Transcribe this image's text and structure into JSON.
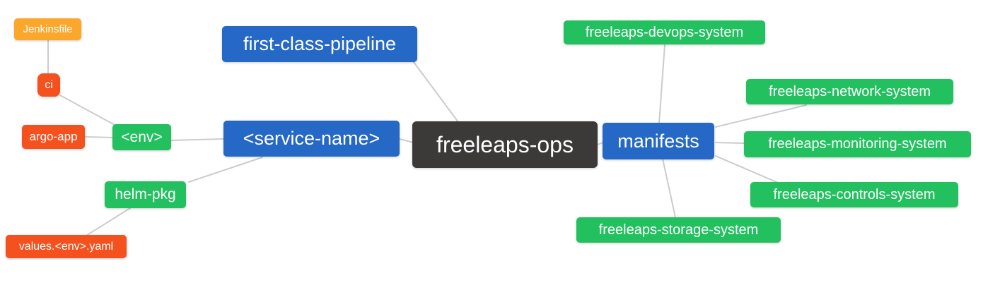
{
  "colors": {
    "orange": "#FBA72C",
    "red": "#F4511E",
    "green": "#22C05F",
    "blue": "#2568C5",
    "dark": "#3C3939",
    "edge": "#CCCCCC",
    "background": "#FFFFFF"
  },
  "nodes": [
    {
      "id": "jenkinsfile",
      "label": "Jenkinsfile",
      "color": "orange"
    },
    {
      "id": "ci",
      "label": "ci",
      "color": "red"
    },
    {
      "id": "argo-app",
      "label": "argo-app",
      "color": "red"
    },
    {
      "id": "env",
      "label": "<env>",
      "color": "green"
    },
    {
      "id": "helm-pkg",
      "label": "helm-pkg",
      "color": "green"
    },
    {
      "id": "values-env-yaml",
      "label": "values.<env>.yaml",
      "color": "red"
    },
    {
      "id": "first-class-pipeline",
      "label": "first-class-pipeline",
      "color": "blue"
    },
    {
      "id": "service-name",
      "label": "<service-name>",
      "color": "blue"
    },
    {
      "id": "freeleaps-ops",
      "label": "freeleaps-ops",
      "color": "dark"
    },
    {
      "id": "manifests",
      "label": "manifests",
      "color": "blue"
    },
    {
      "id": "freeleaps-devops-system",
      "label": "freeleaps-devops-system",
      "color": "green"
    },
    {
      "id": "freeleaps-network-system",
      "label": "freeleaps-network-system",
      "color": "green"
    },
    {
      "id": "freeleaps-monitoring-system",
      "label": "freeleaps-monitoring-system",
      "color": "green"
    },
    {
      "id": "freeleaps-controls-system",
      "label": "freeleaps-controls-system",
      "color": "green"
    },
    {
      "id": "freeleaps-storage-system",
      "label": "freeleaps-storage-system",
      "color": "green"
    }
  ],
  "edges": [
    {
      "from": "freeleaps-ops",
      "to": "first-class-pipeline"
    },
    {
      "from": "freeleaps-ops",
      "to": "service-name"
    },
    {
      "from": "freeleaps-ops",
      "to": "manifests"
    },
    {
      "from": "service-name",
      "to": "env"
    },
    {
      "from": "service-name",
      "to": "helm-pkg"
    },
    {
      "from": "env",
      "to": "argo-app"
    },
    {
      "from": "env",
      "to": "ci"
    },
    {
      "from": "ci",
      "to": "jenkinsfile"
    },
    {
      "from": "helm-pkg",
      "to": "values-env-yaml"
    },
    {
      "from": "manifests",
      "to": "freeleaps-devops-system"
    },
    {
      "from": "manifests",
      "to": "freeleaps-network-system"
    },
    {
      "from": "manifests",
      "to": "freeleaps-monitoring-system"
    },
    {
      "from": "manifests",
      "to": "freeleaps-controls-system"
    },
    {
      "from": "manifests",
      "to": "freeleaps-storage-system"
    }
  ]
}
